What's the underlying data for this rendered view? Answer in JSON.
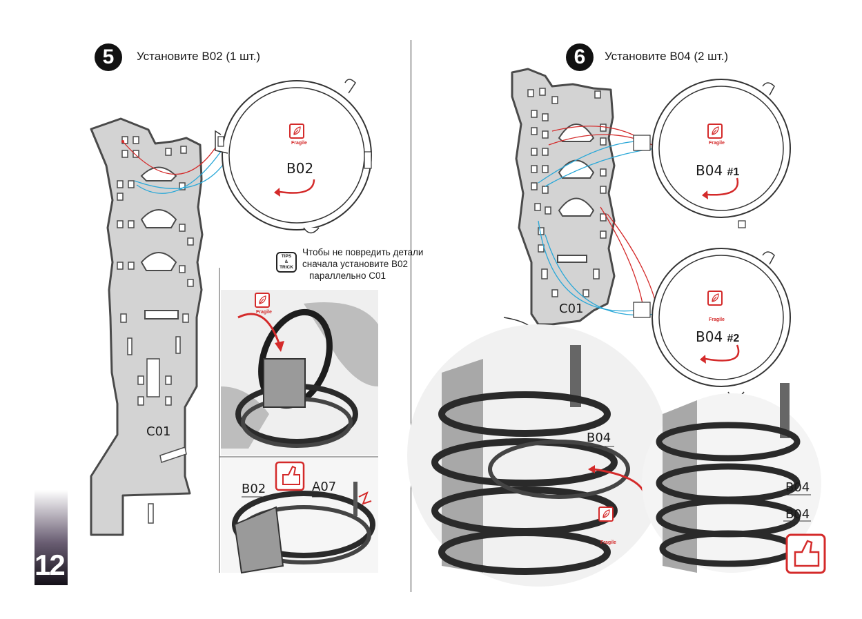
{
  "page_number": "12",
  "steps": [
    {
      "number": "5",
      "text": "Установите B02 (1 шт.)"
    },
    {
      "number": "6",
      "text": "Установите B04 (2 шт.)"
    }
  ],
  "tips": {
    "badge_lines": [
      "TIPS",
      "&",
      "TRICK"
    ],
    "lines": [
      "Чтобы не повредить детали",
      "сначала установите B02",
      "параллельно C01"
    ]
  },
  "labels": {
    "c01_left": "C01",
    "c01_right": "C01",
    "b02_ring": "B02",
    "b04_ring1": "B04",
    "b04_ring1_num": "#1",
    "b04_ring2": "B04",
    "b04_ring2_num": "#2",
    "photo_b02": "B02",
    "photo_a07": "A07",
    "photo_b04_a": "B04",
    "photo_b04_b": "B04",
    "photo_b04_c": "B04",
    "fragile": "Fragile"
  },
  "colors": {
    "accent_red": "#d42a2a",
    "accent_blue": "#2aa8d8",
    "part_gray": "#d3d3d3",
    "part_outline": "#4a4a4a"
  },
  "icons": [
    "fragile-leaf-icon",
    "thumbs-up-icon",
    "tips-trick-icon",
    "break-warning-icon"
  ]
}
